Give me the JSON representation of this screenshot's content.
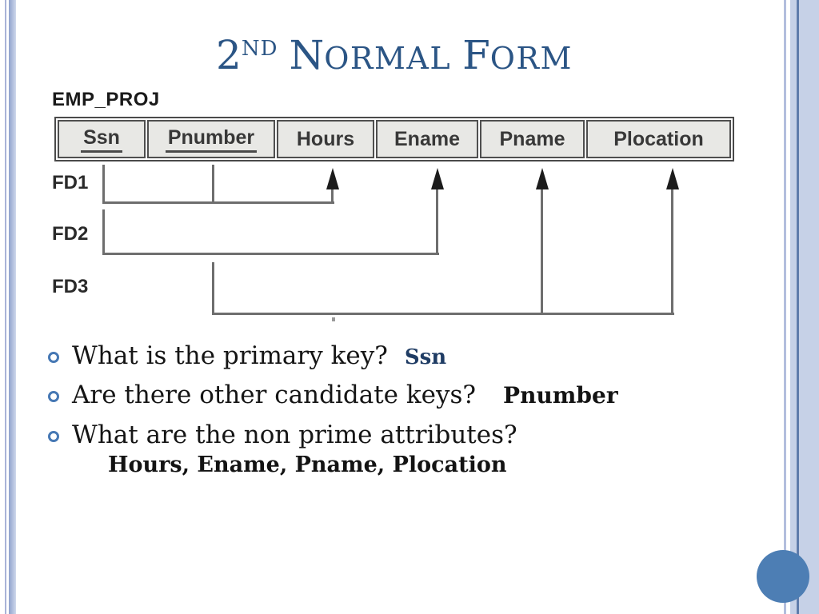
{
  "title": {
    "number": "2",
    "ordinal_suffix": "ND",
    "word1_initial": "N",
    "word1_rest": "ORMAL",
    "word2_initial": "F",
    "word2_rest": "ORM"
  },
  "diagram": {
    "relation_name": "EMP_PROJ",
    "columns": [
      {
        "name": "Ssn",
        "is_key": true
      },
      {
        "name": "Pnumber",
        "is_key": true
      },
      {
        "name": "Hours",
        "is_key": false
      },
      {
        "name": "Ename",
        "is_key": false
      },
      {
        "name": "Pname",
        "is_key": false
      },
      {
        "name": "Plocation",
        "is_key": false
      }
    ],
    "fds": [
      {
        "label": "FD1",
        "determines": [
          "Hours"
        ]
      },
      {
        "label": "FD2",
        "determines": [
          "Ename"
        ]
      },
      {
        "label": "FD3",
        "determines": [
          "Pname",
          "Plocation"
        ]
      }
    ]
  },
  "bullets": [
    {
      "question": "What is the primary key?",
      "answer": "Ssn"
    },
    {
      "question": "Are there other candidate keys?",
      "answer": "Pnumber"
    },
    {
      "question": "What are the non prime attributes?"
    }
  ],
  "non_prime_attributes_answer": "Hours, Ename, Pname, Plocation",
  "colors": {
    "title": "#2B5585",
    "primary_key_answer": "#1F3C64",
    "bullet": "#4678B4",
    "corner_circle": "#4D7EB4",
    "table_cell_bg": "#E8E8E5"
  }
}
